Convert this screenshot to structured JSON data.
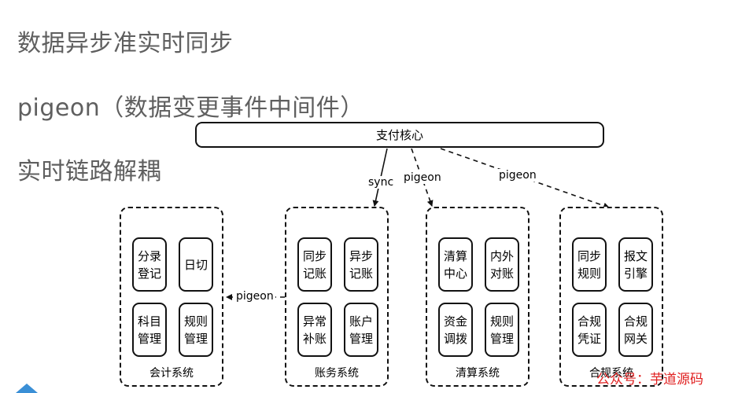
{
  "headings": [
    "数据异步准实时同步",
    "pigeon（数据变更事件中间件）",
    "实时链路解耦"
  ],
  "core": "支付核心",
  "edges": {
    "sync": "sync",
    "pigeon_clearing": "pigeon",
    "pigeon_compliance": "pigeon",
    "pigeon_accounting": "pigeon"
  },
  "systems": [
    {
      "name": "会计系统",
      "modules": [
        "分录登记",
        "日切",
        "科目管理",
        "规则管理"
      ]
    },
    {
      "name": "账务系统",
      "modules": [
        "同步记账",
        "异步记账",
        "异常补账",
        "账户管理"
      ]
    },
    {
      "name": "清算系统",
      "modules": [
        "清算中心",
        "内外对账",
        "资金调拨",
        "规则管理"
      ]
    },
    {
      "name": "合规系统",
      "modules": [
        "同步规则",
        "报文引擎",
        "合规凭证",
        "合规网关"
      ]
    }
  ],
  "watermark": "公众号：芋道源码"
}
